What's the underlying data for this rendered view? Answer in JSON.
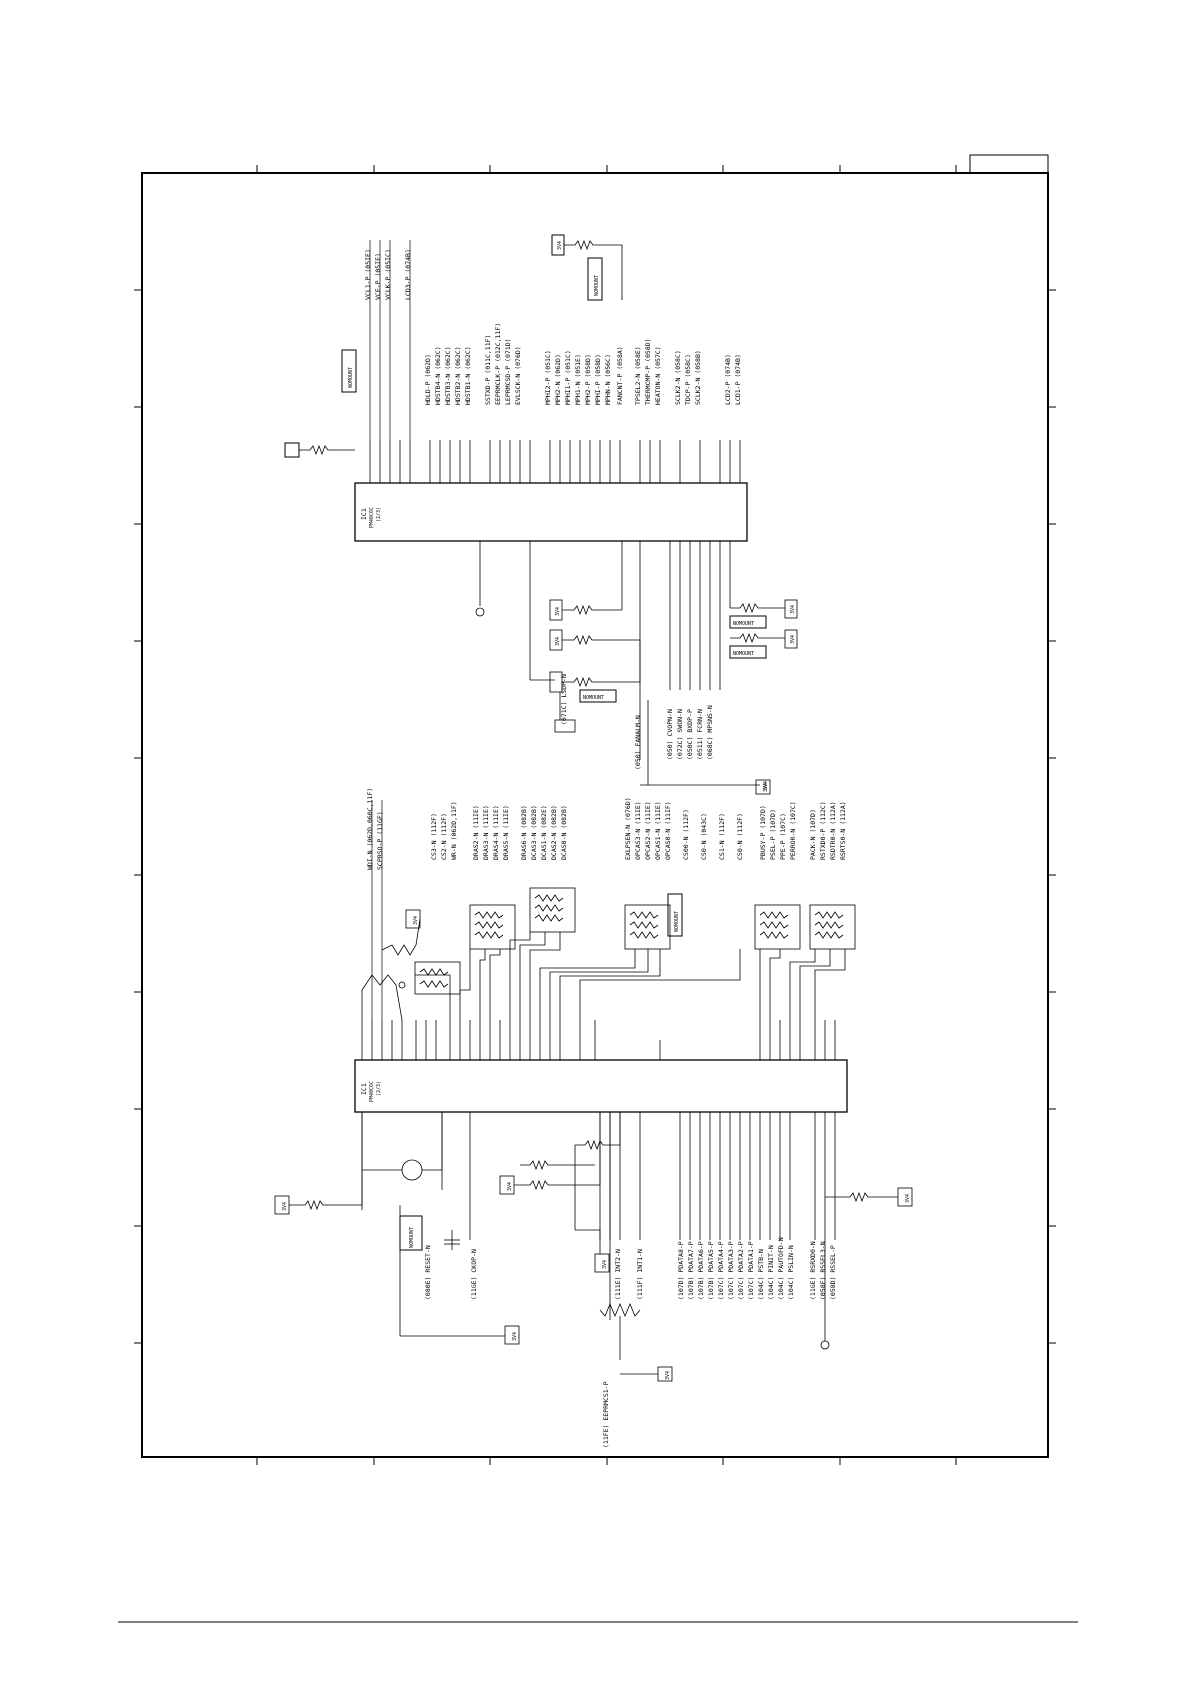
{
  "title_box": "",
  "chip_top": {
    "ref": "IC1",
    "part": "PM40C6C",
    "pkg": "(2/3)"
  },
  "chip_bottom": {
    "ref": "IC1",
    "part": "PM40C6C",
    "pkg": "(2/3)"
  },
  "nomount_label": "NOMOUNT",
  "net_3v3": "3V4",
  "top_nets": [
    "VCL1-P (05IE)",
    "VCE-P (05IE)",
    "VCLK-P (05IC)",
    "LCD3-P (074B)",
    "HDLD-P (062D)",
    "HDSTB4-N (062C)",
    "HDSTB3-N (062C)",
    "HDSTB2-N (062C)",
    "HDSTB1-N (062C)",
    "SSTXD-P (011C,11F)",
    "EEPRMCLK-P (012C,11F)",
    "LEPRMCSD-P (071D)",
    "EVLSCK-N (076D)",
    "MPHI2-P (051C)",
    "MPH2-N (062D)",
    "MPHI1-P (051C)",
    "MPH1-N (051E)",
    "MPH2-P (058D)",
    "MPHI-P (058D)",
    "MPHN-N (056C)",
    "FANCNT-P (058A)",
    "TPSEL2-N (058E)",
    "THERMCMP-P (058D)",
    "HEATON-N (057C)",
    "SCLK2-N (058C)",
    "TDCP-P (058C)",
    "SCLK2-N (058B)",
    "LCD2-P (074B)",
    "LCD1-P (074B)"
  ],
  "mid_nets": [
    "(050) CVOPN-N",
    "(072C) SWON-N",
    "(050C) BXDP-P",
    "(0511) FCRN-N",
    "(068C) MPSNS-N",
    "(050) FANALM-N",
    "(071C) LSDP-N"
  ],
  "bottom_nets_right": [
    "WDI-N (062D,060C,11F)",
    "SCPRSO-P (11GF)",
    "CS3-N (112F)",
    "CS2-N (112F)",
    "WR-N (062D,11F)",
    "DRAS2-N (11IE)",
    "DRAS3-N (11IE)",
    "DRAS4-N (11IE)",
    "DRAS5-N (11IE)",
    "DRAS6-N (082B)",
    "DCAS3-N (082B)",
    "DCAS1-N (082E)",
    "DCAS2-N (082B)",
    "DCAS0-N (082B)",
    "EXLPSEN-N (076D)",
    "OPCAS3-N (11IE)",
    "OPCAS2-N (11IE)",
    "OPCAS1-N (11IE)",
    "OPCAS0-N (11IF)",
    "CS00-N (112F)",
    "CS0-N (043C)",
    "CS1-N (112F)",
    "CS0-N (112F)",
    "PBUSY-P (107D)",
    "PSEL-P (107D)",
    "PPE-P (107C)",
    "PERROR-N (107C)",
    "PACK-N (107D)",
    "RSTXD0-P (112C)",
    "RSDTR0-N (112A)",
    "RSRTS0-N (112A)"
  ],
  "bottom_nets_left": [
    "(080E) RESET-N",
    "(11GE) CKOP-N",
    "(111E) INT2-N",
    "(111F) INT1-N",
    "(107D) PDATA8-P",
    "(107B) PDATA7-P",
    "(107B) PDATA6-P",
    "(107B) PDATA5-P",
    "(107C) PDATA4-P",
    "(107C) PDATA3-P",
    "(107C) PDATA2-P",
    "(107C) PDATA1-P",
    "(104C) PSTB-N",
    "(104C) PINIT-N",
    "(104C) PAUTOFD-N",
    "(104C) PSLIN-N",
    "(11GE) RSRXD0-N",
    "(058F) RSSEL3-N",
    "(058D) RSSEL-P",
    "(11FE) EEPRMCS1-P"
  ]
}
